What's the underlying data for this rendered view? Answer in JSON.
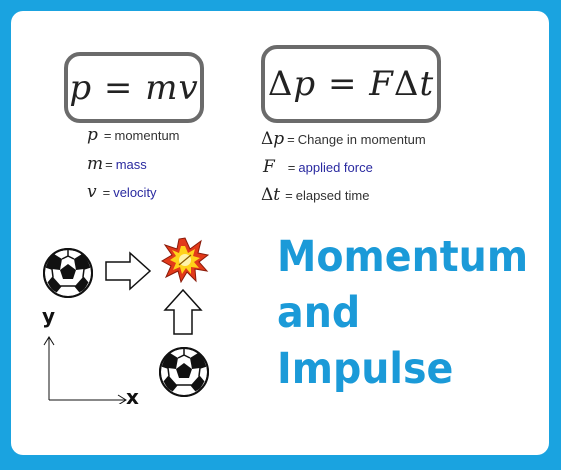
{
  "equations": {
    "momentum": {
      "lhs": "p",
      "eq": " = ",
      "rhs": "mv"
    },
    "impulse": {
      "delta1": "Δ",
      "lhs": "p",
      "eq": " = ",
      "rhs1": "F",
      "delta2": "Δ",
      "rhs2": "t"
    }
  },
  "definitions_left": [
    {
      "symbol": "p",
      "equals": "=",
      "text": "momentum"
    },
    {
      "symbol": "m",
      "equals": "=",
      "text": "mass"
    },
    {
      "symbol": "v",
      "equals": "=",
      "text": "velocity"
    }
  ],
  "definitions_right": [
    {
      "delta": "Δ",
      "symbol": "p",
      "equals": "=",
      "text": "Change in momentum"
    },
    {
      "delta": "",
      "symbol": "F",
      "equals": "=",
      "text": "applied force"
    },
    {
      "delta": "Δ",
      "symbol": "t",
      "equals": "=",
      "text": "elapsed time"
    }
  ],
  "title": {
    "line1": "Momentum",
    "line2": "and",
    "line3": "Impulse"
  },
  "axes": {
    "y_label": "y",
    "x_label": "x"
  },
  "icons": {
    "ball_left": "soccer-ball-icon",
    "ball_bottom": "soccer-ball-icon",
    "arrow_right": "arrow-right-icon",
    "arrow_up": "arrow-up-icon",
    "collision": "explosion-icon"
  },
  "colors": {
    "frame": "#1aa3e0",
    "title": "#1b9ad8",
    "box_border": "#6b6b6b",
    "definition_blue": "#2a2aa0"
  }
}
